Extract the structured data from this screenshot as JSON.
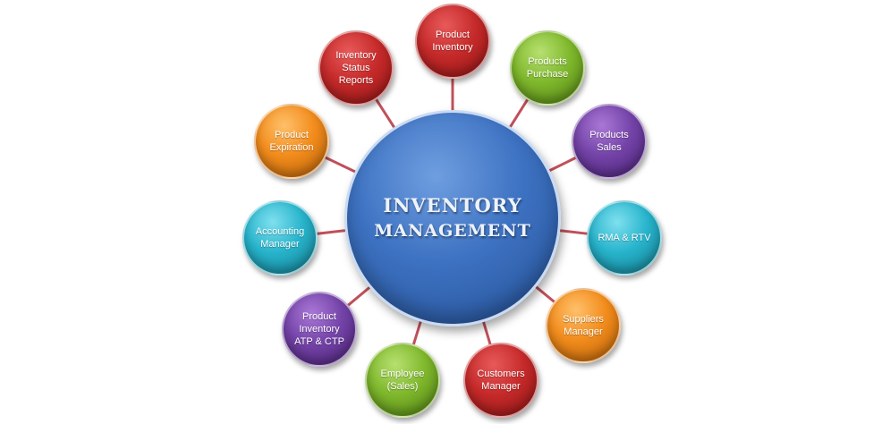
{
  "diagram": {
    "center": {
      "line1": "INVENTORY",
      "line2": "MANAGEMENT",
      "color": "#3d72c2"
    },
    "link_color": "#c0505a",
    "nodes": [
      {
        "label": "Product\nInventory",
        "color": "red",
        "icon": ""
      },
      {
        "label": "Products\nPurchase",
        "color": "green",
        "icon": ""
      },
      {
        "label": "Products\nSales",
        "color": "purple",
        "icon": ""
      },
      {
        "label": "RMA & RTV",
        "color": "teal",
        "icon": ""
      },
      {
        "label": "Suppliers\nManager",
        "color": "orange",
        "icon": ""
      },
      {
        "label": "Customers\nManager",
        "color": "red",
        "icon": ""
      },
      {
        "label": "Employee\n(Sales)",
        "color": "green",
        "icon": ""
      },
      {
        "label": "Product\nInventory\nATP & CTP",
        "color": "purple",
        "icon": ""
      },
      {
        "label": "Accounting\nManager",
        "color": "teal",
        "icon": ""
      },
      {
        "label": "Product\nExpiration",
        "color": "orange",
        "icon": ""
      },
      {
        "label": "Inventory\nStatus\nReports",
        "color": "red",
        "icon": ""
      }
    ]
  }
}
